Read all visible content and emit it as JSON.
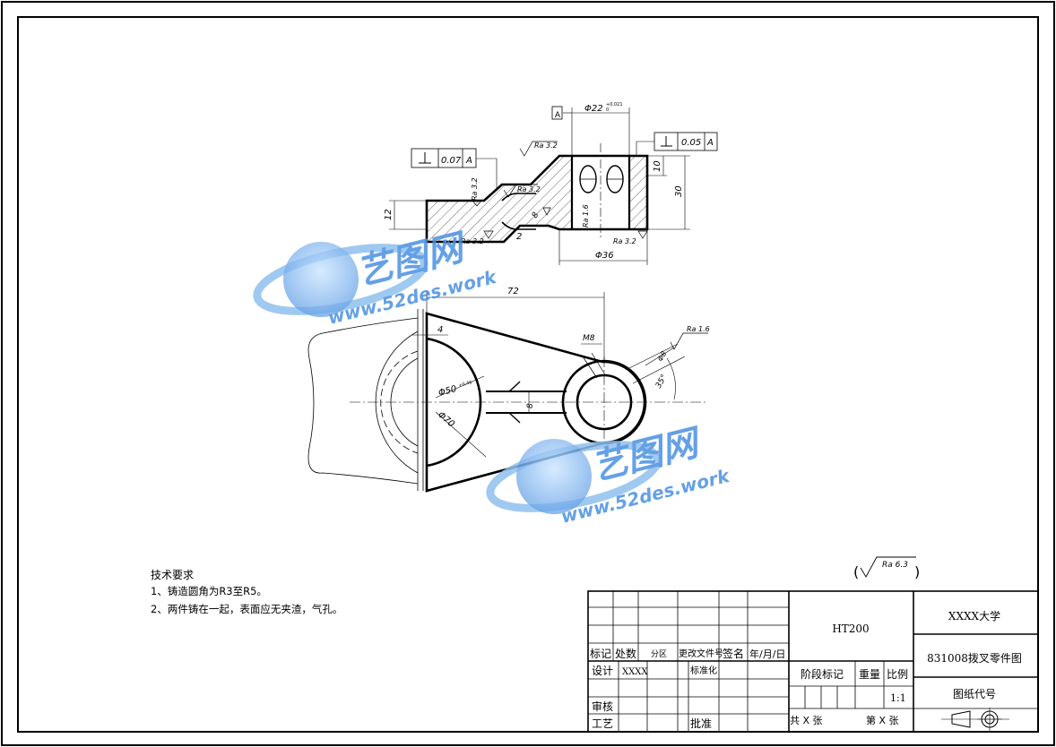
{
  "watermark": {
    "logo_text": "艺图网",
    "site": "www.52des.work",
    "color": "#4a90e2"
  },
  "drawing": {
    "section_view": {
      "datum_box": "A",
      "bore_dim": "Φ22",
      "bore_tol_upper": "+0.021",
      "bore_tol_lower": "0",
      "perp_left_tol": "0.07",
      "perp_left_datum": "A",
      "perp_right_tol": "0.05",
      "perp_right_datum": "A",
      "ra_top": "Ra 3.2",
      "ra_step": "Ra 3.2",
      "ra_left": "Ra 3.2",
      "ra_bottom_left": "Ra 3.2",
      "ra_bottom_right": "Ra 3.2",
      "ra_bore": "Ra 1.6",
      "dim_12": "12",
      "dim_10": "10",
      "dim_30": "30",
      "dim_36": "Φ36",
      "dim_8": "8",
      "dim_2": "2"
    },
    "top_view": {
      "dim_72": "72",
      "dim_4": "4",
      "dim_m8": "M8",
      "dim_8": "8",
      "dim_phi50": "Φ50",
      "phi50_tol": "+0.46",
      "dim_phi70": "Φ70",
      "dim_phi8": "Φ8",
      "angle": "35°",
      "ra_hole": "Ra 1.6"
    },
    "general_roughness": "Ra 6.3"
  },
  "tech_requirements": {
    "title": "技术要求",
    "items": [
      "1、铸造圆角为R3至R5。",
      "2、两件铸在一起，表面应无夹渣，气孔。"
    ]
  },
  "title_block": {
    "header_labels": [
      "标记",
      "处数",
      "分区",
      "更改文件号",
      "签名",
      "年/月/日"
    ],
    "design_label": "设计",
    "designer": "XXXX",
    "standardize_label": "标准化",
    "review_label": "审核",
    "process_label": "工艺",
    "approve_label": "批准",
    "material": "HT200",
    "stage_label": "阶段标记",
    "weight_label": "重量",
    "scale_label": "比例",
    "scale_value": "1:1",
    "sheets_total": "共 X 张",
    "sheet_no": "第 X 张",
    "school": "XXXX大学",
    "drawing_name": "831008拨叉零件图",
    "drawing_code_label": "图纸代号"
  }
}
